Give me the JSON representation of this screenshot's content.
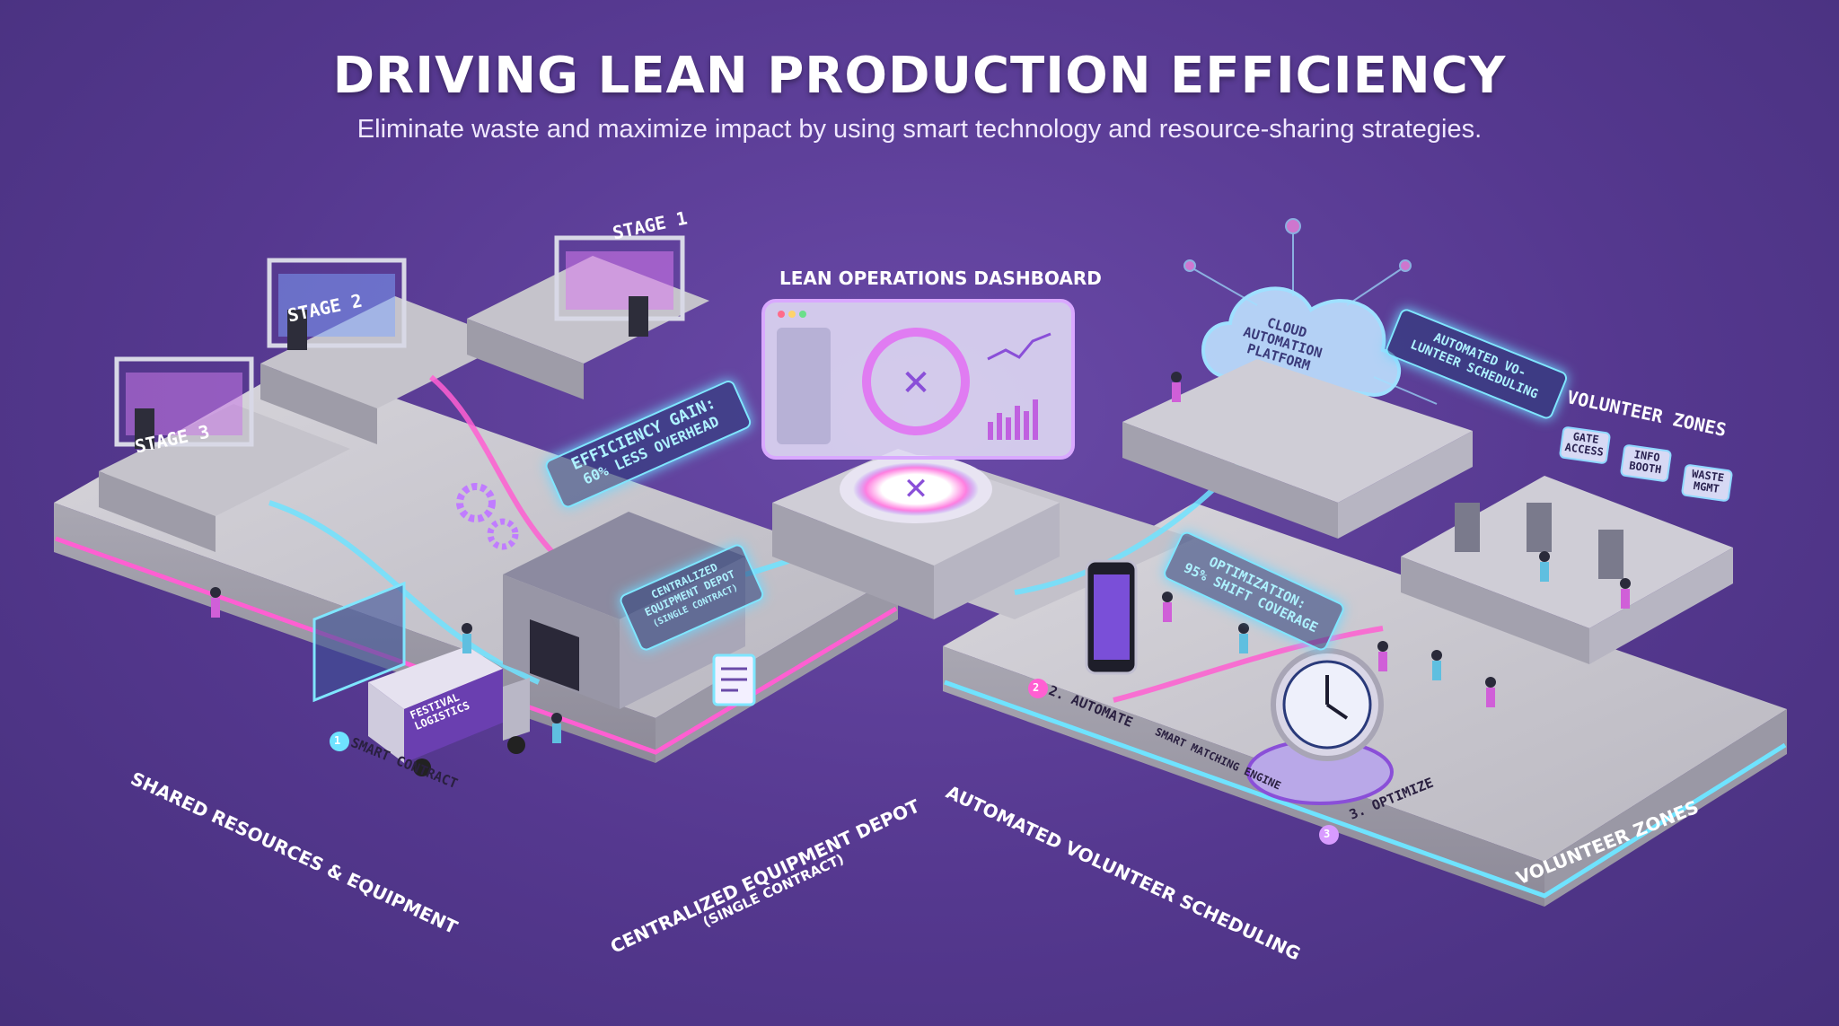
{
  "header": {
    "title": "DRIVING LEAN PRODUCTION EFFICIENCY",
    "subtitle": "Eliminate waste and maximize impact by using smart technology and resource-sharing strategies."
  },
  "stages": {
    "stage1": "STAGE 1",
    "stage2": "STAGE 2",
    "stage3": "STAGE 3"
  },
  "dashboard": {
    "title": "LEAN OPERATIONS DASHBOARD"
  },
  "callouts": {
    "efficiency_line1": "EFFICIENCY GAIN:",
    "efficiency_line2": "60% LESS OVERHEAD",
    "depot_line1": "CENTRALIZED",
    "depot_line2": "EQUIPMENT DEPOT",
    "depot_line3": "(SINGLE CONTRACT)",
    "truck_line1": "FESTIVAL",
    "truck_line2": "LOGISTICS",
    "cloud_line1": "CLOUD",
    "cloud_line2": "AUTOMATION",
    "cloud_line3": "PLATFORM",
    "sched_line1": "AUTOMATED VO-",
    "sched_line2": "LUNTEER SCHEDULING",
    "optim_line1": "OPTIMIZATION:",
    "optim_line2": "95% SHIFT COVERAGE",
    "zones_title": "VOLUNTEER ZONES",
    "zone_gate": "GATE ACCESS",
    "zone_info": "INFO BOOTH",
    "zone_waste": "WASTE MGMT"
  },
  "steps": {
    "step1_num": "1",
    "step1_label": "SMART CONTRACT",
    "step2_num": "2",
    "step2_label": "2. AUTOMATE",
    "engine_label": "SMART MATCHING ENGINE",
    "step3_num": "3",
    "step3_label": "3. OPTIMIZE"
  },
  "floor_labels": {
    "shared": "SHARED RESOURCES & EQUIPMENT",
    "depot": "CENTRALIZED EQUIPMENT DEPOT",
    "depot_sub": "(SINGLE CONTRACT)",
    "scheduling": "AUTOMATED VOLUNTEER SCHEDULING",
    "zones": "VOLUNTEER ZONES"
  },
  "colors": {
    "background": "#55388f",
    "platform": "#c9c7cf",
    "neon_pink": "#ff5fd2",
    "neon_cyan": "#6fe3ff",
    "accent_purple": "#8a4fd8"
  }
}
